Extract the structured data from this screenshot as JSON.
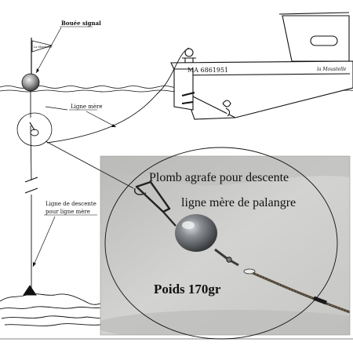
{
  "labels": {
    "buoy": "Bouée signal",
    "main_line": "Ligne mère",
    "descent_line_1": "Ligne de descente",
    "descent_line_2": "pour ligne mère",
    "flag": "La Moustelle",
    "boat_reg": "MA 6861951",
    "boat_name": "la Moustelle"
  },
  "photo": {
    "title_1": "Plomb agrafe pour descente",
    "title_2": "ligne mère de palangre",
    "weight": "Poids 170gr"
  },
  "colors": {
    "ink": "#111111",
    "photo_bg": "#c9c9c7",
    "lead": "#55585c"
  }
}
